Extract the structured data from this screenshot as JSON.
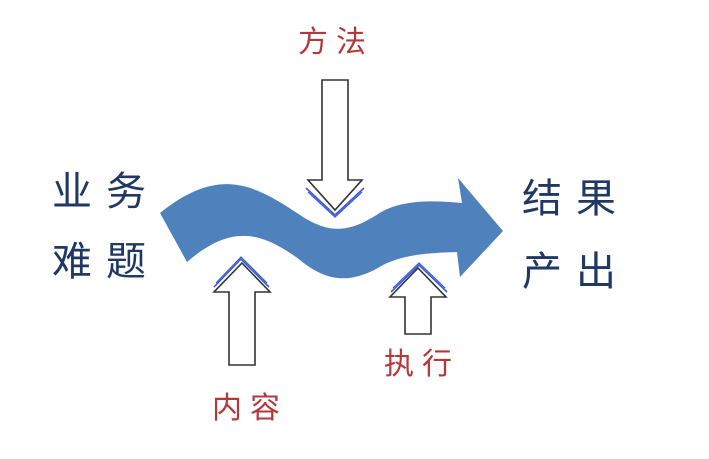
{
  "left_label": {
    "line1": "业务",
    "line2": "难题"
  },
  "right_label": {
    "line1": "结果",
    "line2": "产出"
  },
  "inputs": {
    "top": "方法",
    "bottom_left": "内容",
    "bottom_right": "执行"
  },
  "colors": {
    "flow_arrow": "#4f81bd",
    "navy_text": "#1f3864",
    "red_text": "#b3383b",
    "arrow_outline": "#333333",
    "arrow_accent": "#3b5bdb"
  }
}
